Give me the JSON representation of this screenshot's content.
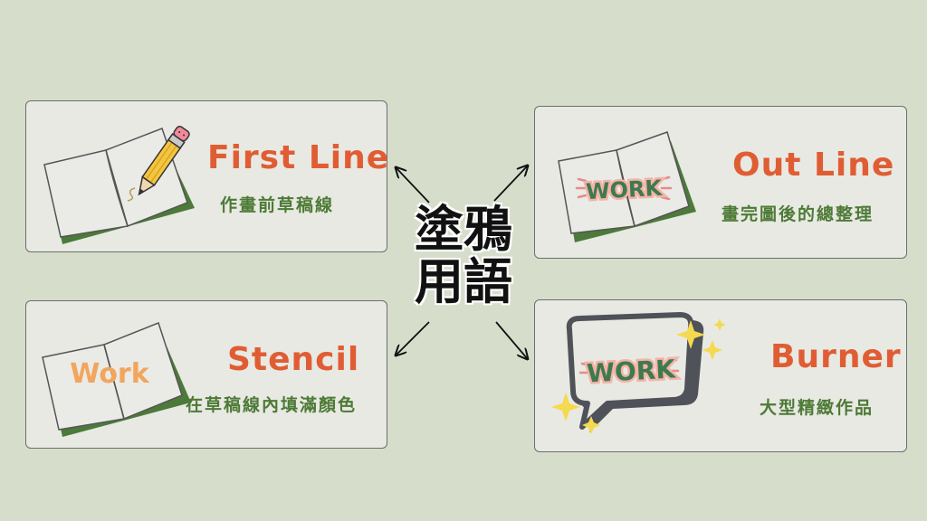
{
  "center": {
    "line1": "塗鴉",
    "line2": "用語"
  },
  "cards": [
    {
      "title": "First Line",
      "subtitle": "作畫前草稿線"
    },
    {
      "title": "Out Line",
      "subtitle": "畫完圖後的總整理"
    },
    {
      "title": "Stencil",
      "subtitle": "在草稿線內填滿顏色"
    },
    {
      "title": "Burner",
      "subtitle": "大型精緻作品"
    }
  ],
  "art_text": {
    "outline_book": "WORK",
    "stencil_book": "Work",
    "burner_bubble": "WORK"
  },
  "colors": {
    "background": "#d6decb",
    "card": "#e8e9e3",
    "title": "#e05d34",
    "subtitle": "#4d7a36",
    "book_cover": "#4c7a3a",
    "work_green": "#3f7a4e",
    "work_orange": "#f2a55c",
    "sparkle": "#f5d94e"
  }
}
